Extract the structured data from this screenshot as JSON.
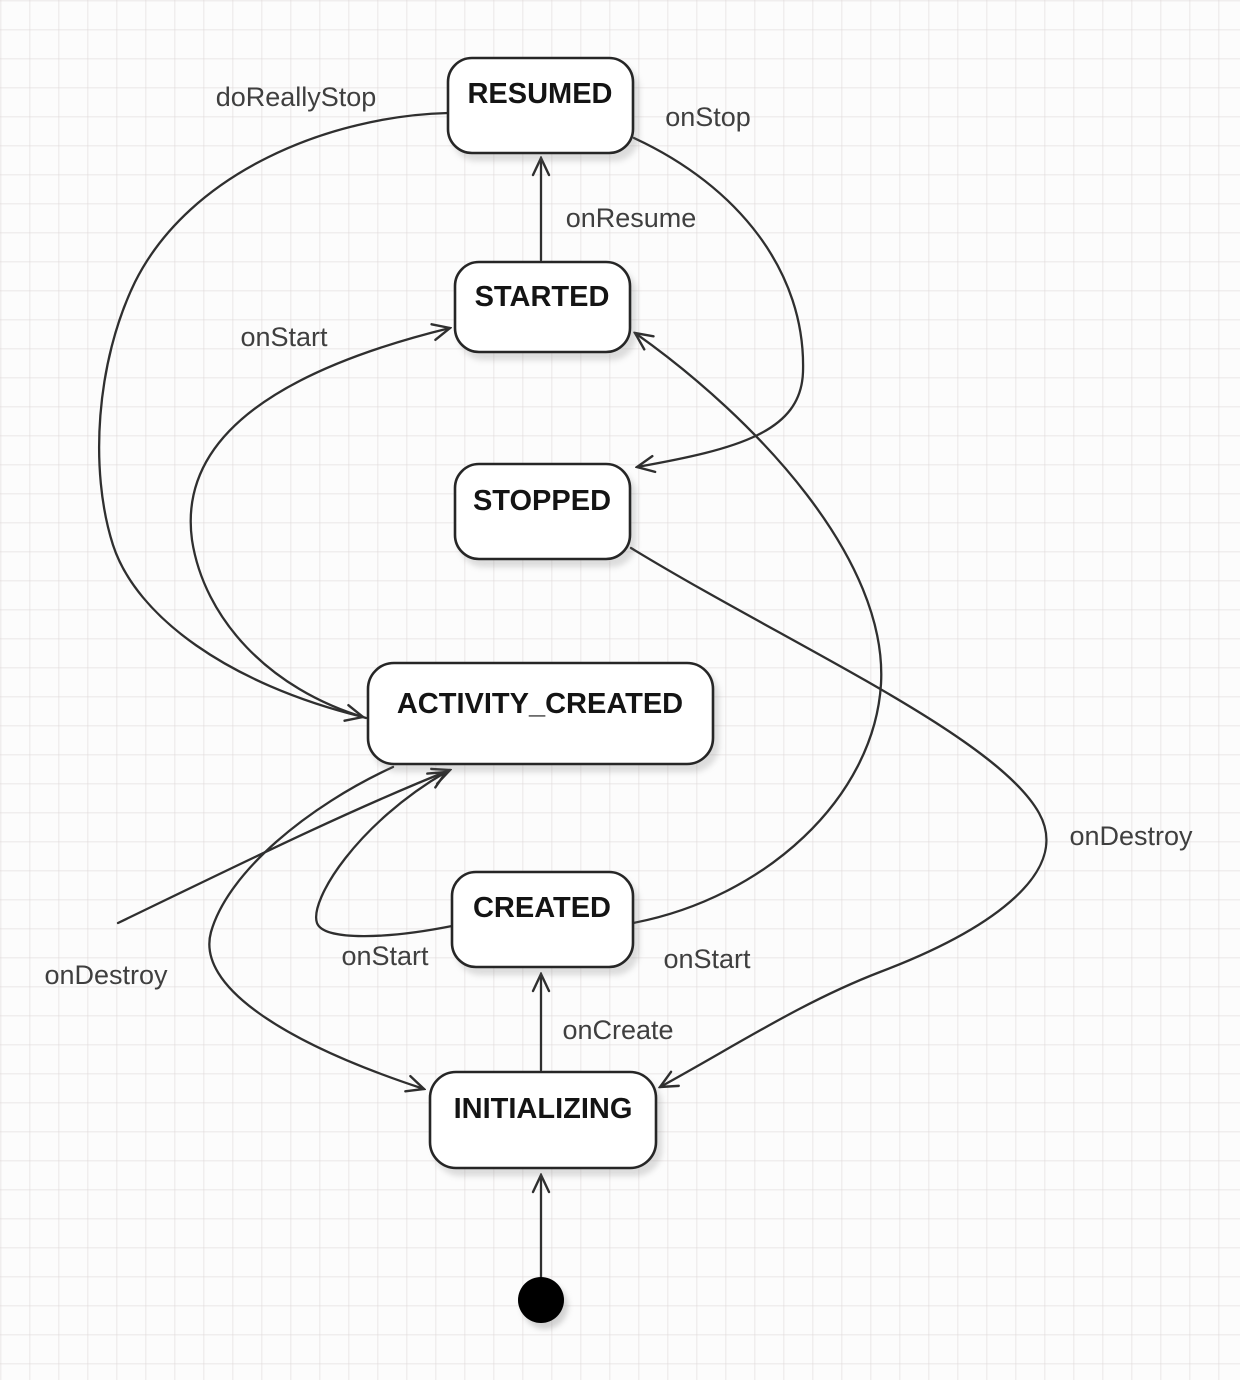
{
  "diagram": {
    "type": "state-machine",
    "states": [
      {
        "id": "resumed",
        "label": "RESUMED"
      },
      {
        "id": "started",
        "label": "STARTED"
      },
      {
        "id": "stopped",
        "label": "STOPPED"
      },
      {
        "id": "activity_created",
        "label": "ACTIVITY_CREATED"
      },
      {
        "id": "created",
        "label": "CREATED"
      },
      {
        "id": "initializing",
        "label": "INITIALIZING"
      },
      {
        "id": "initial",
        "label": ""
      }
    ],
    "transitions": [
      {
        "from": "initial",
        "to": "initializing",
        "label": ""
      },
      {
        "from": "initializing",
        "to": "created",
        "label": "onCreate"
      },
      {
        "from": "created",
        "to": "activity_created",
        "label": "onStart"
      },
      {
        "from": "activity_created",
        "to": "started",
        "label": "onStart"
      },
      {
        "from": "created",
        "to": "started",
        "label": "onStart"
      },
      {
        "from": "started",
        "to": "resumed",
        "label": "onResume"
      },
      {
        "from": "resumed",
        "to": "stopped",
        "label": "onStop"
      },
      {
        "from": "resumed",
        "to": "activity_created",
        "label": "doReallyStop"
      },
      {
        "from": "activity_created",
        "to": "initializing",
        "label": "onDestroy"
      },
      {
        "from": "stopped",
        "to": "initializing",
        "label": "onDestroy"
      }
    ],
    "colors": {
      "node_fill": "#ffffff",
      "node_border": "#262626",
      "edge_line": "#2f2f2f",
      "state_text": "#141414",
      "edge_label_text": "#3f3f3f",
      "background": "#fcfcfc",
      "grid_line": "#ded8d8",
      "initial_dot": "#000000"
    }
  }
}
